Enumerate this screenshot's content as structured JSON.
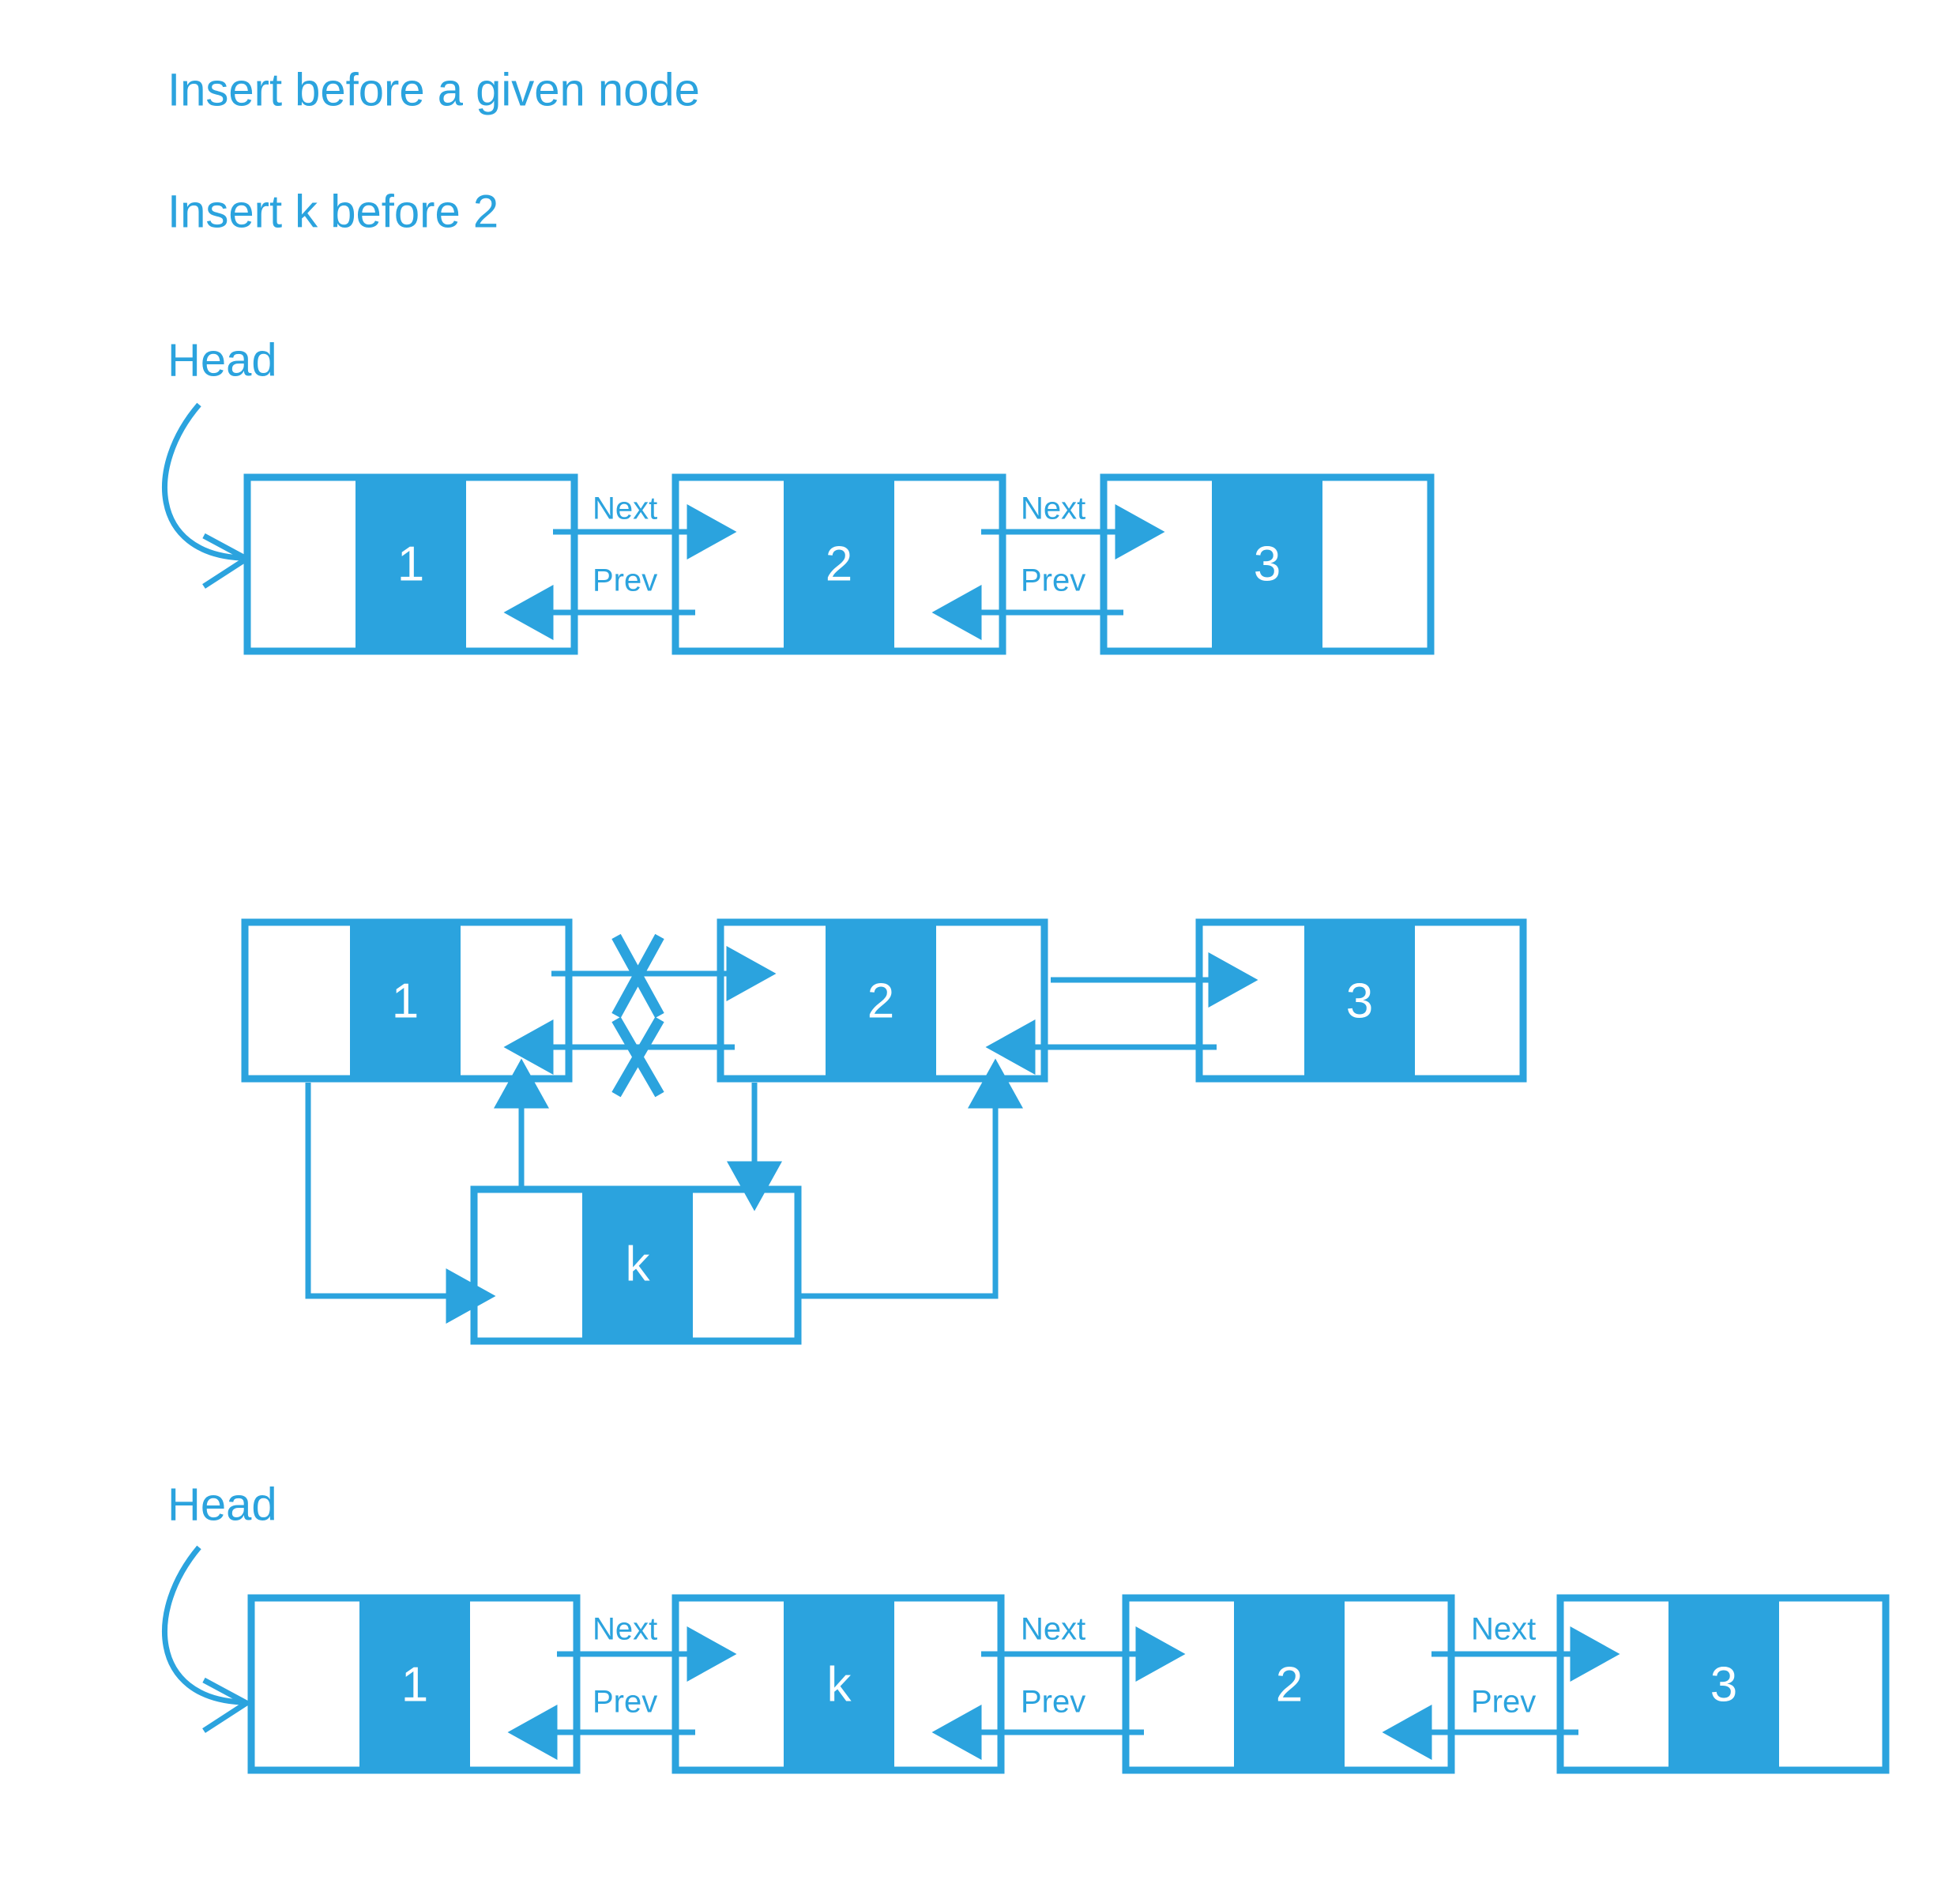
{
  "page": {
    "title": "Insert before a given node",
    "subtitle": "Insert k before 2",
    "accent_color": "#2BA3DE",
    "background_color": "#ffffff",
    "node_value_color": "#ffffff"
  },
  "labels": {
    "head": "Head",
    "next": "Next",
    "prev": "Prev",
    "break_marker": "X"
  },
  "rows": [
    {
      "id": "row-initial",
      "head_label": "Head",
      "nodes": [
        {
          "value": "1"
        },
        {
          "value": "2"
        },
        {
          "value": "3"
        }
      ],
      "links": [
        {
          "from": "1",
          "to": "2",
          "label": "Next",
          "direction": "forward"
        },
        {
          "from": "2",
          "to": "1",
          "label": "Prev",
          "direction": "backward"
        },
        {
          "from": "2",
          "to": "3",
          "label": "Next",
          "direction": "forward"
        },
        {
          "from": "3",
          "to": "2",
          "label": "Prev",
          "direction": "backward"
        }
      ]
    },
    {
      "id": "row-rewire",
      "head_label": "",
      "nodes": [
        {
          "value": "1"
        },
        {
          "value": "2"
        },
        {
          "value": "3"
        },
        {
          "value": "k"
        }
      ],
      "links": [
        {
          "from": "1",
          "to": "2",
          "label": "",
          "direction": "forward",
          "broken": true
        },
        {
          "from": "2",
          "to": "1",
          "label": "",
          "direction": "backward",
          "broken": true
        },
        {
          "from": "2",
          "to": "3",
          "label": "",
          "direction": "forward",
          "broken": false
        },
        {
          "from": "3",
          "to": "2",
          "label": "",
          "direction": "backward",
          "broken": false
        },
        {
          "from": "1",
          "to": "k",
          "label": "",
          "direction": "forward",
          "broken": false
        },
        {
          "from": "k",
          "to": "1",
          "label": "",
          "direction": "backward",
          "broken": false
        },
        {
          "from": "2",
          "to": "k",
          "label": "",
          "direction": "backward",
          "broken": false
        },
        {
          "from": "k",
          "to": "2",
          "label": "",
          "direction": "forward",
          "broken": false
        }
      ]
    },
    {
      "id": "row-final",
      "head_label": "Head",
      "nodes": [
        {
          "value": "1"
        },
        {
          "value": "k"
        },
        {
          "value": "2"
        },
        {
          "value": "3"
        }
      ],
      "links": [
        {
          "from": "1",
          "to": "k",
          "label": "Next",
          "direction": "forward"
        },
        {
          "from": "k",
          "to": "1",
          "label": "Prev",
          "direction": "backward"
        },
        {
          "from": "k",
          "to": "2",
          "label": "Next",
          "direction": "forward"
        },
        {
          "from": "2",
          "to": "k",
          "label": "Prev",
          "direction": "backward"
        },
        {
          "from": "2",
          "to": "3",
          "label": "Next",
          "direction": "forward"
        },
        {
          "from": "3",
          "to": "2",
          "label": "Prev",
          "direction": "backward"
        }
      ]
    }
  ]
}
